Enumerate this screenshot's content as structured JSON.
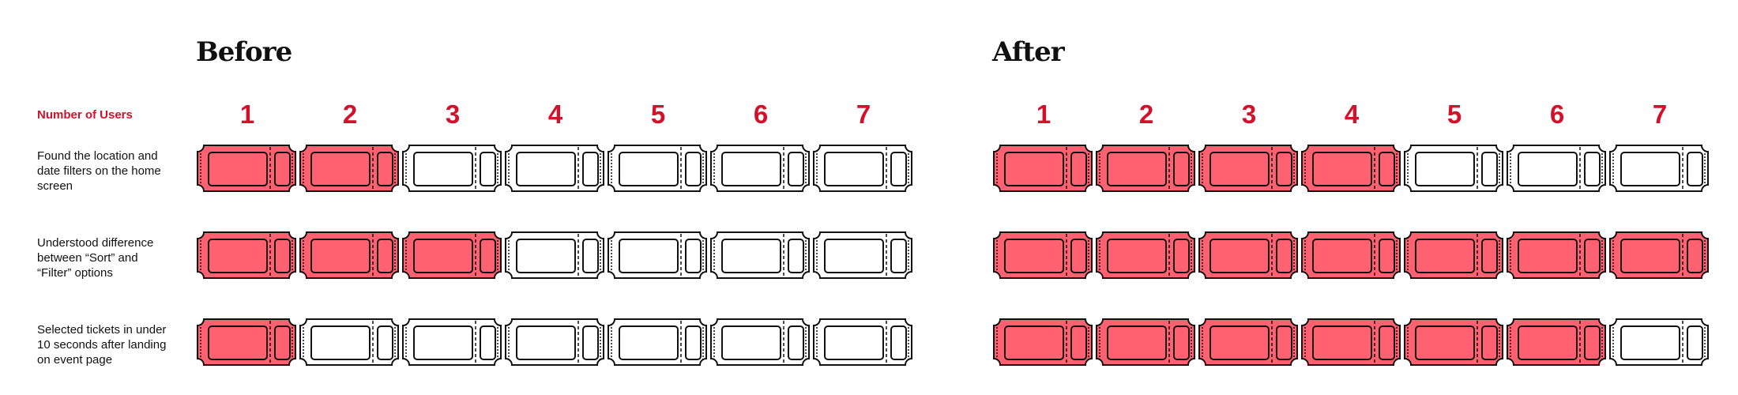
{
  "colors": {
    "filled": "#ff6170",
    "accent": "#d2112a",
    "outline": "#111111"
  },
  "header": {
    "users_label": "Number of Users"
  },
  "chart_data": {
    "type": "table",
    "panels": [
      {
        "title": "Before",
        "filled_counts": [
          2,
          3,
          1
        ]
      },
      {
        "title": "After",
        "filled_counts": [
          4,
          7,
          6
        ]
      }
    ],
    "columns": [
      "1",
      "2",
      "3",
      "4",
      "5",
      "6",
      "7"
    ],
    "rows": [
      "Found the location and date filters on the home screen",
      "Understood difference between “Sort” and “Filter” options",
      "Selected tickets in under 10 seconds after landing on event page"
    ]
  }
}
